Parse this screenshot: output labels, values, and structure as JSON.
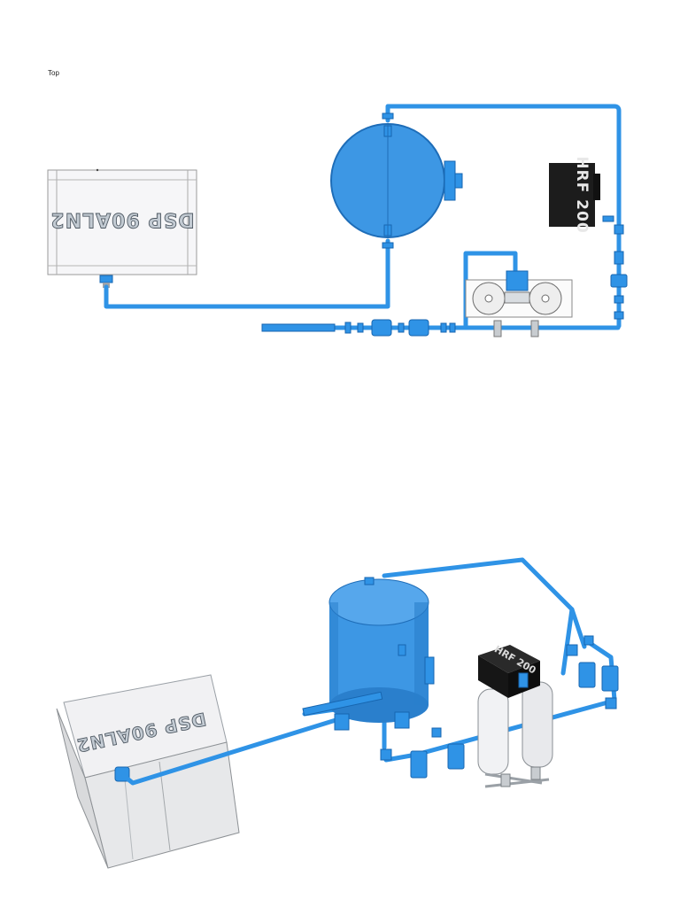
{
  "view": {
    "label": "Top"
  },
  "components": {
    "compressor_label": "DSP 90ALN2",
    "dryer_label": "HRF 200"
  },
  "colors": {
    "pipe": "#2f93e6",
    "pipe_dark": "#1766b0",
    "tank": "#3d97e4",
    "tank_dark": "#1e6db8",
    "dryer_body": "#1c1c1c",
    "compressor_face": "#f4f4f6",
    "compressor_text": "#c3cbd3",
    "compressor_text_edge": "#4f5963",
    "chrome": "#c8ccd0"
  }
}
